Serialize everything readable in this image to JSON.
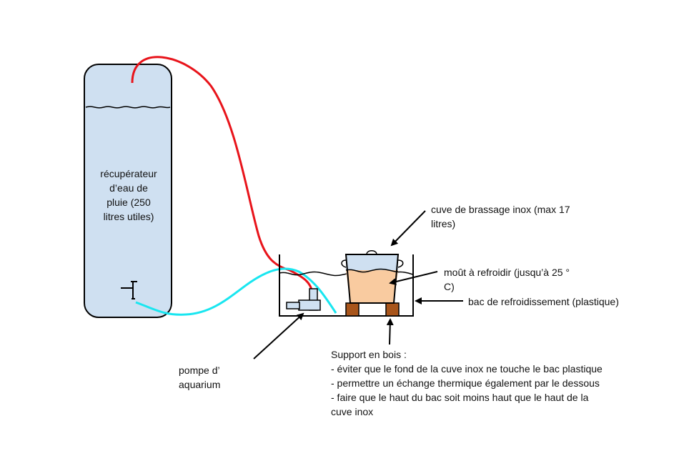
{
  "labels": {
    "tank": "récupérateur\nd’eau de\npluie (250\nlitres utiles)",
    "pot": "cuve de brassage inox (max 17\nlitres)",
    "wort": "moût à refroidir (jusqu’à 25 °\nC)",
    "tub": "bac de refroidissement (plastique)",
    "pump": "pompe d’\naquarium",
    "support": "Support en bois :\n- éviter que le fond de la cuve inox ne touche le bac plastique\n- permettre un échange thermique également par le dessous\n- faire que le haut du bac soit moins haut que le haut de la\ncuve inox"
  },
  "colors": {
    "tank_fill": "#cfe0f1",
    "outline": "#000000",
    "hot_pipe": "#e8141b",
    "cold_pipe": "#19e6f0",
    "wort": "#f9cba0",
    "pot_top": "#cfe0f1",
    "wood": "#a8551b",
    "pump": "#cfe0f1"
  }
}
